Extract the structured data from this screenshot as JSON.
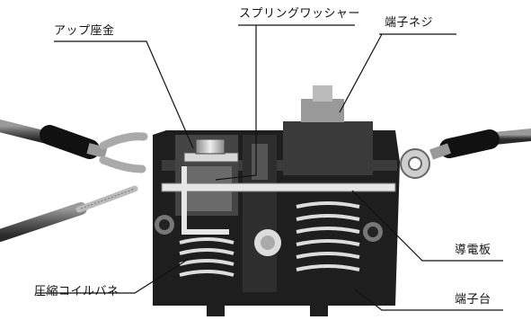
{
  "labels": {
    "up_washer": "アップ座金",
    "spring_washer": "スプリングワッシャー",
    "terminal_screw": "端子ネジ",
    "conductor_plate": "導電板",
    "compression_spring": "圧縮コイルバネ",
    "terminal_block": "端子台"
  },
  "colors": {
    "background": "#ffffff",
    "body_dark": "#2a2a2a",
    "metal": "#cfcfcf",
    "leader": "#111111"
  }
}
